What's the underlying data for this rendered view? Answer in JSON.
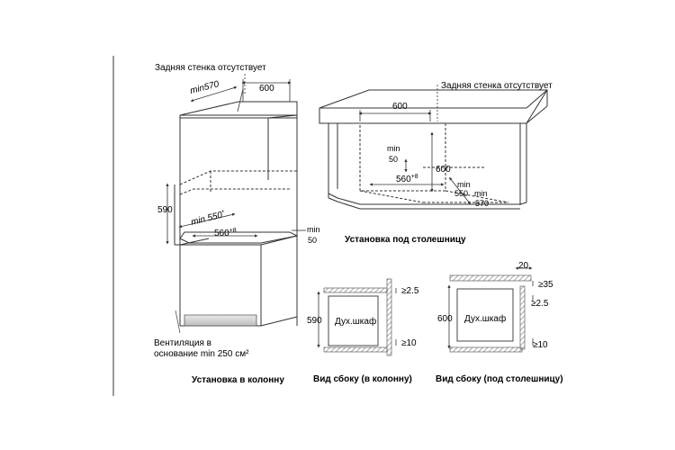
{
  "labels": {
    "no_back_wall_left": "Задняя стенка отсутствует",
    "no_back_wall_right": "Задняя стенка отсутствует",
    "dim_min570": "min570",
    "dim_600_top": "600",
    "dim_590": "590",
    "dim_min550": "min 550",
    "dim_min550_star": "*",
    "dim_560": "560",
    "dim_560_sup": "+8",
    "dim_min": "min",
    "dim_50": "50",
    "ventilation_line1": "Вентиляция в",
    "ventilation_line2": "основание min 250 см²",
    "column_title": "Установка в колонну",
    "counter_600_top": "600",
    "counter_min": "min",
    "counter_50": "50",
    "counter_600_side": "600",
    "counter_560": "560",
    "counter_560_sup": "+8",
    "counter_min_a": "min",
    "counter_550": "550",
    "counter_min_b": "min",
    "counter_570": "570",
    "counter_title": "Установка под столешницу",
    "side_col_590": "590",
    "side_col_cabinet": "Дух.шкаф",
    "side_col_ge25": "≥2.5",
    "side_col_ge10": "≥10",
    "side_col_title": "Вид сбоку (в колонну)",
    "side_cnt_20": "20",
    "side_cnt_ge35": "≥35",
    "side_cnt_ge25": "≥2.5",
    "side_cnt_600": "600",
    "side_cnt_cabinet": "Дух.шкаф",
    "side_cnt_ge10": "≥10",
    "side_cnt_title": "Вид сбоку (под столешницу)"
  },
  "colors": {
    "line": "#333333",
    "light_line": "#6a6a6a",
    "hatch": "#8a8a8a",
    "vent": "#cfcfcf"
  }
}
